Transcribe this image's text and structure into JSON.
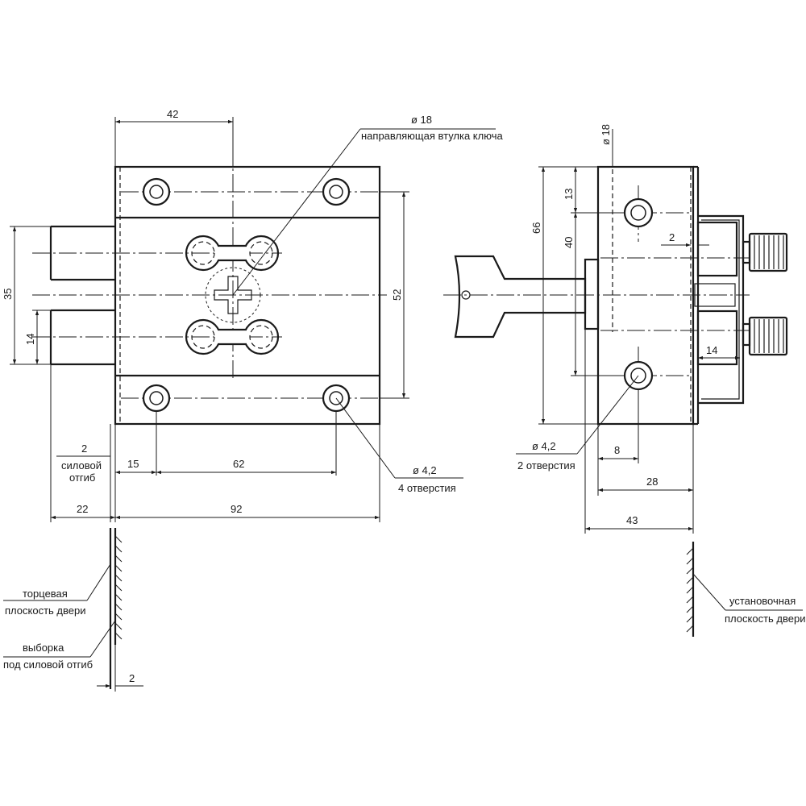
{
  "dimensions": {
    "front": {
      "d42": "42",
      "d35": "35",
      "d14": "14",
      "d52": "52",
      "d2": "2",
      "d15": "15",
      "d62": "62",
      "d22": "22",
      "d92": "92",
      "d2_bottom": "2"
    },
    "side": {
      "d18": "ø 18",
      "d13": "13",
      "d66": "66",
      "d40": "40",
      "d2": "2",
      "d14": "14",
      "d8": "8",
      "d28": "28",
      "d43": "43"
    }
  },
  "callouts": {
    "key_bushing_diameter": "ø 18",
    "key_bushing_label": "направляющая втулка ключа",
    "holes_front_diameter": "ø 4,2",
    "holes_front_count": "4 отверстия",
    "holes_side_diameter": "ø 4,2",
    "holes_side_count": "2 отверстия",
    "power_bend_line1": "силовой",
    "power_bend_line2": "отгиб",
    "door_end_line1": "торцевая",
    "door_end_line2": "плоскость двери",
    "recess_line1": "выборка",
    "recess_line2": "под силовой отгиб",
    "mount_plane_line1": "установочная",
    "mount_plane_line2": "плоскость двери"
  }
}
